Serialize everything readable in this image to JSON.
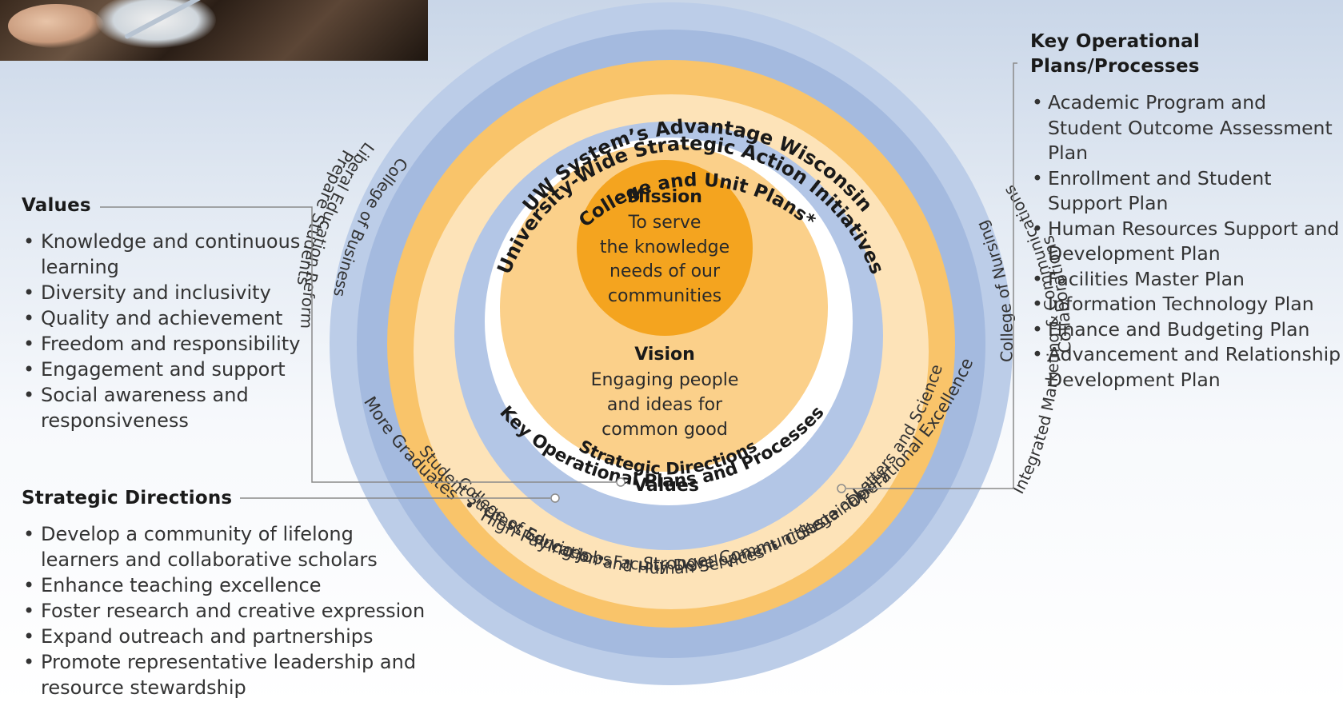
{
  "photo": {
    "description_icon": "photo-hands-icon"
  },
  "values_panel": {
    "heading": "Values",
    "items": [
      "Knowledge and continuous learning",
      "Diversity and inclusivity",
      "Quality and achievement",
      "Freedom and responsibility",
      "Engagement and support",
      "Social awareness and responsiveness"
    ]
  },
  "strategic_panel": {
    "heading": "Strategic Directions",
    "items": [
      "Develop a community of lifelong learners and collaborative scholars",
      "Enhance teaching excellence",
      "Foster research and creative expression",
      "Expand outreach and partnerships",
      "Promote representative leadership and resource stewardship"
    ]
  },
  "keyplans_panel": {
    "heading_line1": "Key Operational",
    "heading_line2": "Plans/Processes",
    "items": [
      "Academic Program and Student Outcome Assessment Plan",
      "Enrollment and Student Support Plan",
      "Human Resources Support and Development Plan",
      "Facilities Master Plan",
      "Information Technology Plan",
      "Finance and Budgeting Plan",
      "Advancement and Relationship Development Plan"
    ]
  },
  "diagram": {
    "colors": {
      "outer_ring": "#bccde8",
      "second_ring": "#9fb6dc",
      "orange_ring": "#f9c46a",
      "light_orange_ring": "#fde3b8",
      "inner_blue_ring": "#b3c6e6",
      "white_ring": "#ffffff",
      "vision_circle": "#fbd08a",
      "mission_circle": "#f4a41f",
      "leader_line": "#8a8a8a"
    },
    "ring_titles": {
      "outer": "UW System’s Advantage Wisconsin",
      "second": "University-Wide Strategic Action Initiatives",
      "orange": "College and Unit Plans*",
      "key_ops": "Key Operational Plans and Processes",
      "strategic": "Strategic Directions",
      "values": "Values"
    },
    "outer_ring_text": {
      "left": "Prepare Students",
      "bottom_left": "More Graduates",
      "bottom_mid": "High-Paying Jobs",
      "bottom": "Stronger Communities",
      "bottom_right": "Operational Excellence",
      "right": "Collaborations"
    },
    "second_ring_text": {
      "left": "Liberal Education Reform",
      "bottom_left": "Student Success Services",
      "bottom": "Faculty Development",
      "bottom_right": "Sustainability",
      "right_lower": "Integrated Marketing & Communications"
    },
    "orange_ring_text": {
      "left": "College of Business",
      "bottom": "College of Education and Human Services",
      "right_lower": "College of Letters and Science",
      "right": "College of Nursing"
    },
    "bullet": "•",
    "mission": {
      "title": "Mission",
      "line1": "To serve",
      "line2": "the knowledge",
      "line3": "needs of our",
      "line4": "communities"
    },
    "vision": {
      "title": "Vision",
      "line1": "Engaging people",
      "line2": "and ideas for",
      "line3": "common good"
    }
  }
}
